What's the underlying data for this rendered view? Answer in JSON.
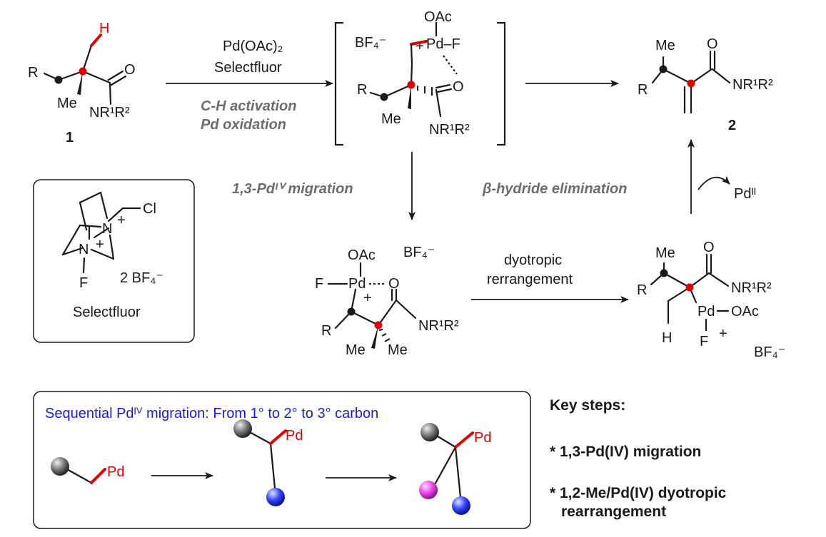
{
  "reactant": {
    "H": "H",
    "R": "R",
    "O": "O",
    "Me": "Me",
    "amide": "NR¹R²",
    "number": "1"
  },
  "conditions": {
    "reagent1": "Pd(OAc)₂",
    "reagent2": "Selectfluor",
    "step1": "C-H activation",
    "step2": "Pd oxidation"
  },
  "bracket_intermediate": {
    "OAc": "OAc",
    "BF4": "BF₄⁻",
    "pd_f": "Pd–F",
    "plus": "+",
    "R": "R",
    "O": "O",
    "Me": "Me",
    "amide": "NR¹R²"
  },
  "product": {
    "Me": "Me",
    "O": "O",
    "R": "R",
    "amide": "NR¹R²",
    "number": "2"
  },
  "migration_label": "1,3-Pdᴵⱽ migration",
  "elimination": {
    "label": "β-hydride elimination",
    "byproduct": "Pdᴵᴵ"
  },
  "selectfluor_box": {
    "Cl": "Cl",
    "N1": "N",
    "N1plus": "+",
    "N2": "N",
    "N2plus": "+",
    "F": "F",
    "counterion": "2 BF₄⁻",
    "name": "Selectfluor"
  },
  "intermediate_a": {
    "OAc": "OAc",
    "BF4": "BF₄⁻",
    "F": "F",
    "Pd": "Pd",
    "plus": "+",
    "O": "O",
    "R": "R",
    "amide": "NR¹R²",
    "Me1": "Me",
    "Me2": "Me"
  },
  "dyotropic": {
    "line1": "dyotropic",
    "line2": "rerrangement"
  },
  "intermediate_b": {
    "Me": "Me",
    "O": "O",
    "R": "R",
    "amide": "NR¹R²",
    "Pd": "Pd",
    "OAc": "OAc",
    "H": "H",
    "F": "F",
    "plus": "+",
    "BF4": "BF₄⁻"
  },
  "sequential_box": {
    "title": "Sequential Pdᴵⱽ migration: From 1° to 2° to 3° carbon",
    "pd1": "Pd",
    "pd2": "Pd",
    "pd3": "Pd"
  },
  "key_steps": {
    "heading": "Key steps:",
    "step1": "* 1,3-Pd(IV) migration",
    "step2_line1": "* 1,2-Me/Pd(IV) dyotropic",
    "step2_line2": "rearrangement"
  },
  "colors": {
    "red_atom": "#e00000",
    "blue_text": "#1a1add",
    "grey_label": "#6d6d6d",
    "grey_sphere": "#555555",
    "blue_sphere": "#3344ff",
    "pink_sphere": "#ee44ee"
  }
}
